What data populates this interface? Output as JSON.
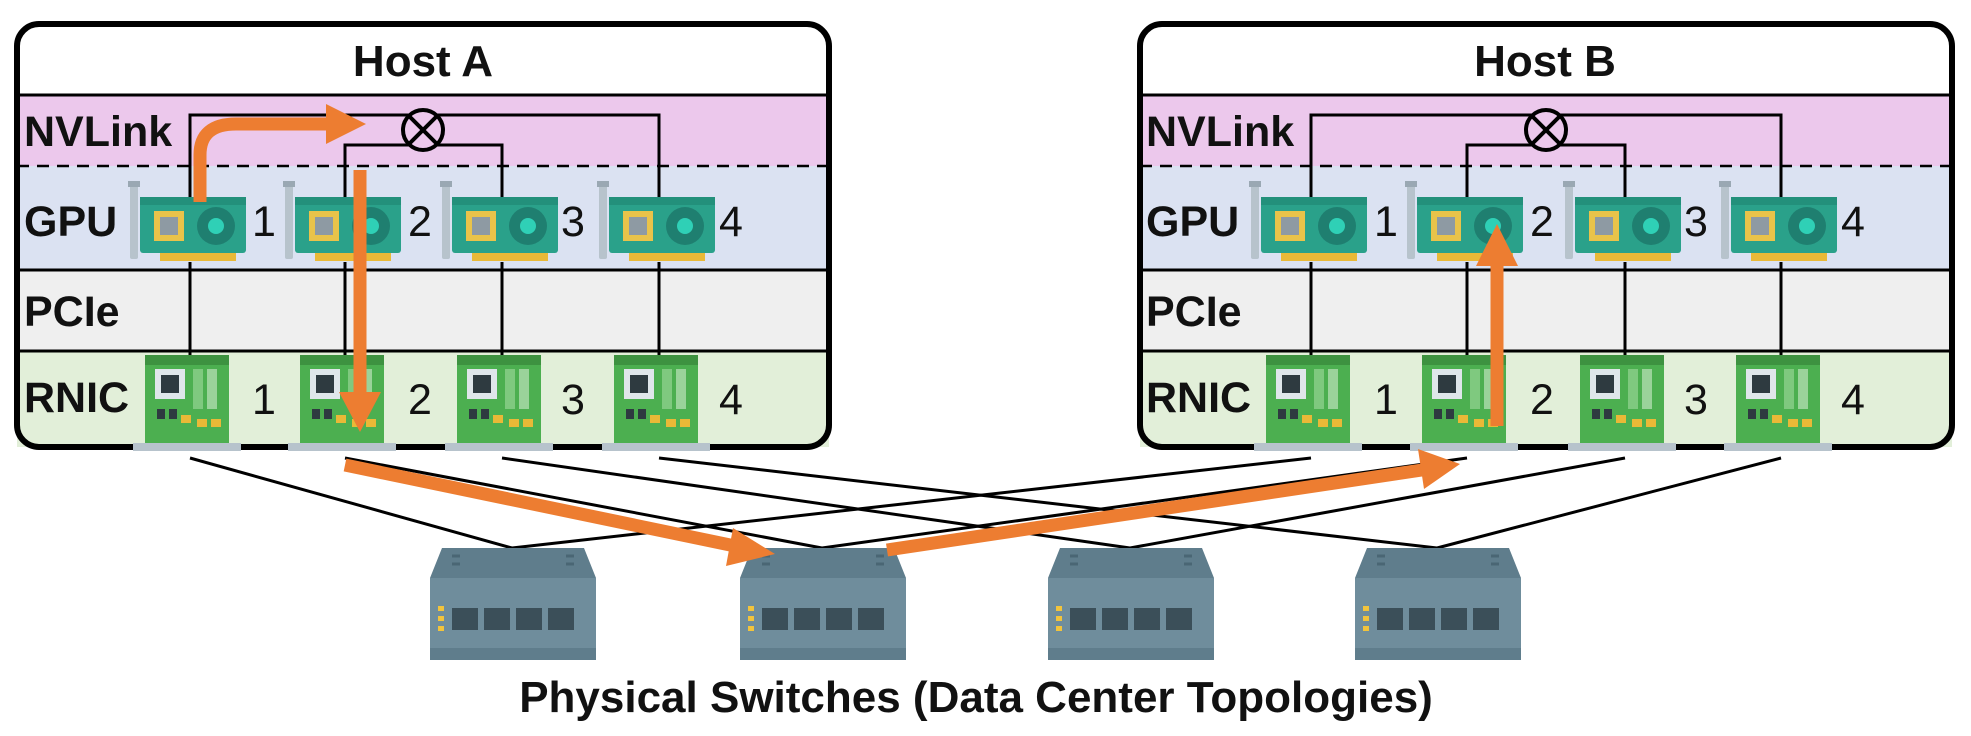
{
  "hosts": [
    {
      "title": "Host A",
      "layers": {
        "nvlink": "NVLink",
        "gpu": "GPU",
        "pcie": "PCIe",
        "rnic": "RNIC"
      },
      "gpu_numbers": [
        "1",
        "2",
        "3",
        "4"
      ],
      "rnic_numbers": [
        "1",
        "2",
        "3",
        "4"
      ]
    },
    {
      "title": "Host B",
      "layers": {
        "nvlink": "NVLink",
        "gpu": "GPU",
        "pcie": "PCIe",
        "rnic": "RNIC"
      },
      "gpu_numbers": [
        "1",
        "2",
        "3",
        "4"
      ],
      "rnic_numbers": [
        "1",
        "2",
        "3",
        "4"
      ]
    }
  ],
  "switch_count": 4,
  "caption": "Physical Switches (Data Center Topologies)",
  "icons": {
    "nvswitch": "circled-x-icon",
    "gpu": "gpu-card-icon",
    "rnic": "network-card-icon",
    "switch": "network-switch-icon"
  },
  "colors": {
    "nvlink_layer": "#ecc8ec",
    "gpu_layer": "#dbe2f2",
    "pcie_layer": "#efefef",
    "rnic_layer": "#e2efd9",
    "flow_arrow": "#ed7d31",
    "gpu_board": "#29b09a",
    "rnic_board": "#5cb85c",
    "switch_body": "#5f7d8c"
  }
}
